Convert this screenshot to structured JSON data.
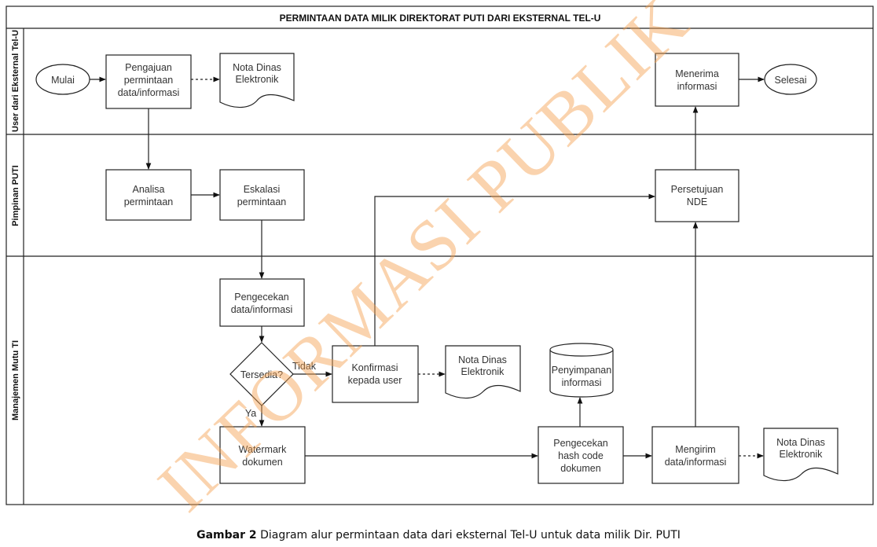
{
  "title": "PERMINTAAN DATA MILIK DIREKTORAT PUTI DARI EKSTERNAL TEL-U",
  "lanes": [
    "User dari Eksternal Tel-U",
    "Pimpinan PUTI",
    "Manajemen Mutu TI"
  ],
  "nodes": {
    "mulai": "Mulai",
    "pengajuan": [
      "Pengajuan",
      "permintaan",
      "data/informasi"
    ],
    "nota1": [
      "Nota Dinas",
      "Elektronik"
    ],
    "menerima": [
      "Menerima",
      "informasi"
    ],
    "selesai": "Selesai",
    "analisa": [
      "Analisa",
      "permintaan"
    ],
    "eskalasi": [
      "Eskalasi",
      "permintaan"
    ],
    "persetujuan": [
      "Persetujuan",
      "NDE"
    ],
    "pengecekan": [
      "Pengecekan",
      "data/informasi"
    ],
    "tersedia": "Tersedia?",
    "konfirmasi": [
      "Konfirmasi",
      "kepada user"
    ],
    "nota2": [
      "Nota Dinas",
      "Elektronik"
    ],
    "penyimpanan": [
      "Penyimpanan",
      "informasi"
    ],
    "watermark": [
      "Watermark",
      "dokumen"
    ],
    "hash": [
      "Pengecekan",
      "hash code",
      "dokumen"
    ],
    "mengirim": [
      "Mengirim",
      "data/informasi"
    ],
    "nota3": [
      "Nota Dinas",
      "Elektronik"
    ]
  },
  "edge_labels": {
    "tidak": "Tidak",
    "ya": "Ya"
  },
  "watermark_text": "INFORMASI PUBLIK",
  "caption": {
    "bold": "Gambar 2",
    "text": " Diagram alur permintaan data dari eksternal Tel-U untuk data milik Dir. PUTI"
  }
}
